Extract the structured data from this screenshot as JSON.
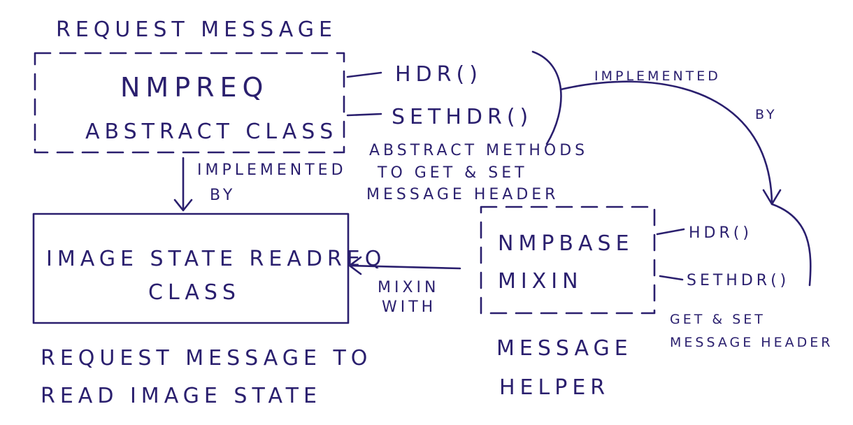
{
  "labels": {
    "request_message": "REQUEST MESSAGE",
    "nmpreq_name": "NMPREQ",
    "nmpreq_kind": "ABSTRACT CLASS",
    "hdr_top": "HDR()",
    "sethdr_top": "SETHDR()",
    "abstract_note_1": "ABSTRACT METHODS",
    "abstract_note_2": "TO GET & SET",
    "abstract_note_3": "MESSAGE HEADER",
    "implemented_by_down_1": "IMPLEMENTED",
    "implemented_by_down_2": "BY",
    "implemented_by_curve_1": "IMPLEMENTED",
    "implemented_by_curve_2": "BY",
    "image_state_name": "IMAGE STATE READREQ",
    "image_state_kind": "CLASS",
    "mixin_with_1": "MIXIN",
    "mixin_with_2": "WITH",
    "nmpbase_name_1": "NMPBASE",
    "nmpbase_name_2": "MIXIN",
    "hdr_bottom": "HDR()",
    "sethdr_bottom": "SETHDR()",
    "get_set_note_1": "GET & SET",
    "get_set_note_2": "MESSAGE HEADER",
    "request_desc_1": "REQUEST MESSAGE TO",
    "request_desc_2": "READ IMAGE STATE",
    "helper_1": "MESSAGE",
    "helper_2": "HELPER"
  },
  "colors": {
    "ink": "#2a1f6e",
    "paper": "#ffffff"
  }
}
